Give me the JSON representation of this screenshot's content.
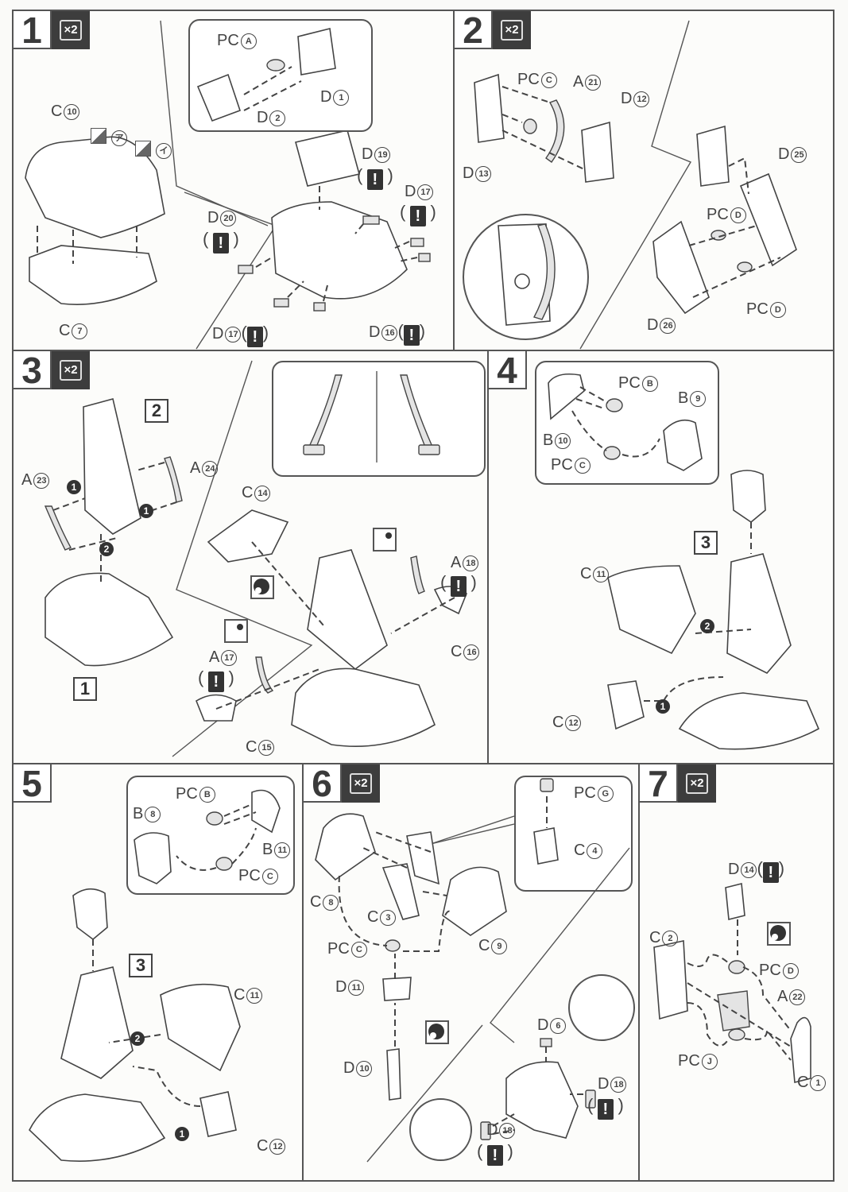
{
  "steps": [
    {
      "number": "1",
      "multiplier": "×2",
      "labels": {
        "pcA": "PC",
        "pcA_c": "A",
        "d1": "D",
        "d1_c": "1",
        "d2": "D",
        "d2_c": "2",
        "c10": "C",
        "c10_c": "10",
        "c7": "C",
        "c7_c": "7",
        "sticker_a": "ア",
        "sticker_i": "イ",
        "d19": "D",
        "d19_c": "19",
        "d17a": "D",
        "d17a_c": "17",
        "d20": "D",
        "d20_c": "20",
        "d17b": "D",
        "d17b_c": "17",
        "d16": "D",
        "d16_c": "16"
      }
    },
    {
      "number": "2",
      "multiplier": "×2",
      "labels": {
        "pcC": "PC",
        "pcC_c": "C",
        "a21": "A",
        "a21_c": "21",
        "d12": "D",
        "d12_c": "12",
        "d13": "D",
        "d13_c": "13",
        "d25": "D",
        "d25_c": "25",
        "pcD1": "PC",
        "pcD1_c": "D",
        "pcD2": "PC",
        "pcD2_c": "D",
        "d26": "D",
        "d26_c": "26"
      }
    },
    {
      "number": "3",
      "multiplier": "×2",
      "labels": {
        "ref2": "2",
        "ref1": "1",
        "a23": "A",
        "a23_c": "23",
        "a24": "A",
        "a24_c": "24",
        "c14": "C",
        "c14_c": "14",
        "a18": "A",
        "a18_c": "18",
        "c16": "C",
        "c16_c": "16",
        "a17": "A",
        "a17_c": "17",
        "c15": "C",
        "c15_c": "15",
        "order1": "1",
        "order2": "2"
      }
    },
    {
      "number": "4",
      "multiplier": "",
      "labels": {
        "pcB": "PC",
        "pcB_c": "B",
        "b9": "B",
        "b9_c": "9",
        "b10": "B",
        "b10_c": "10",
        "pcC": "PC",
        "pcC_c": "C",
        "ref3": "3",
        "c11": "C",
        "c11_c": "11",
        "c12": "C",
        "c12_c": "12",
        "order1": "1",
        "order2": "2"
      }
    },
    {
      "number": "5",
      "multiplier": "",
      "labels": {
        "pcB": "PC",
        "pcB_c": "B",
        "b8": "B",
        "b8_c": "8",
        "b11": "B",
        "b11_c": "11",
        "pcC": "PC",
        "pcC_c": "C",
        "ref3": "3",
        "c11": "C",
        "c11_c": "11",
        "c12": "C",
        "c12_c": "12",
        "order1": "1",
        "order2": "2"
      }
    },
    {
      "number": "6",
      "multiplier": "×2",
      "labels": {
        "pcG": "PC",
        "pcG_c": "G",
        "c4": "C",
        "c4_c": "4",
        "c8": "C",
        "c8_c": "8",
        "c3": "C",
        "c3_c": "3",
        "c9": "C",
        "c9_c": "9",
        "pcC": "PC",
        "pcC_c": "C",
        "d11": "D",
        "d11_c": "11",
        "d10": "D",
        "d10_c": "10",
        "d6": "D",
        "d6_c": "6",
        "d18a": "D",
        "d18a_c": "18",
        "d18b": "D",
        "d18b_c": "18"
      }
    },
    {
      "number": "7",
      "multiplier": "×2",
      "labels": {
        "d14": "D",
        "d14_c": "14",
        "c2": "C",
        "c2_c": "2",
        "pcD": "PC",
        "pcD_c": "D",
        "a22": "A",
        "a22_c": "22",
        "pcJ": "PC",
        "pcJ_c": "J",
        "c1": "C",
        "c1_c": "1"
      }
    }
  ],
  "symbols": {
    "warning": "!",
    "paren_open": "(",
    "paren_close": ")"
  }
}
